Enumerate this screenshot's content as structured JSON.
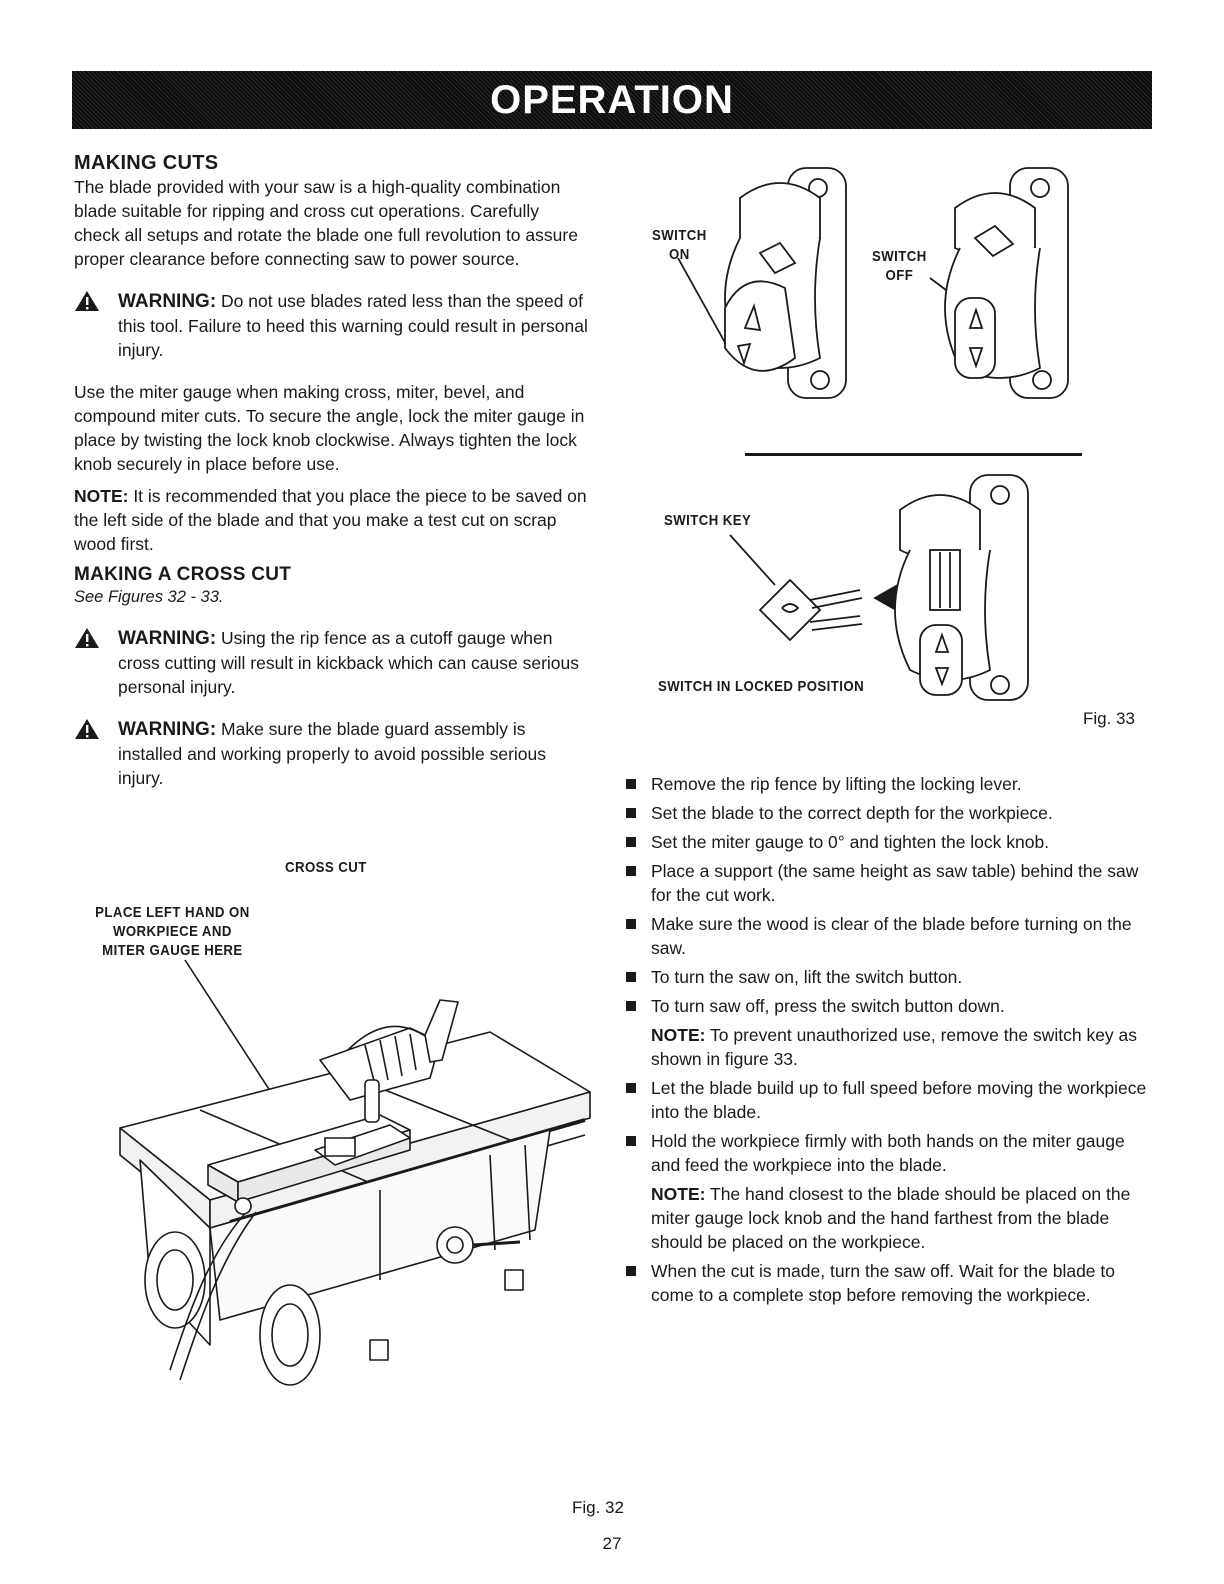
{
  "header": {
    "title": "OPERATION"
  },
  "left": {
    "making_cuts_heading": "MAKING CUTS",
    "making_cuts_text": "The blade provided with your saw is a high-quality combination blade suitable for ripping and cross cut operations. Carefully check all setups and rotate the blade one full revolution to assure proper clearance before connecting saw to power source.",
    "warning1_label": "WARNING:",
    "warning1_text": " Do not use blades rated less than the speed of this tool. Failure to heed this warning could result in personal injury.",
    "miter_text": "Use the miter gauge when making cross, miter, bevel, and compound miter cuts. To secure the angle, lock the miter gauge in place by twisting the lock knob clockwise. Always tighten the lock knob securely in place before use.",
    "note1_label": "NOTE:",
    "note1_text": " It is recommended that you place the piece to be saved on the left side of the blade and that you make a test cut on scrap wood first.",
    "cross_cut_heading": "MAKING A CROSS CUT",
    "see_figures": "See Figures 32 - 33.",
    "warning2_label": "WARNING:",
    "warning2_text": " Using the rip fence as a cutoff gauge when cross cutting will result in kickback which can cause serious personal injury.",
    "warning3_label": "WARNING:",
    "warning3_text": " Make sure the blade guard assembly is installed and working properly to avoid possible serious injury."
  },
  "fig32": {
    "cross_cut_label": "CROSS CUT",
    "place_hand_line1": "PLACE LEFT HAND ON",
    "place_hand_line2": "WORKPIECE AND",
    "place_hand_line3": "MITER GAUGE HERE",
    "caption": "Fig. 32"
  },
  "fig33": {
    "switch_on_line1": "SWITCH",
    "switch_on_line2": "ON",
    "switch_off_line1": "SWITCH",
    "switch_off_line2": "OFF",
    "switch_key": "SWITCH KEY",
    "locked_position": "SWITCH IN LOCKED POSITION",
    "caption": "Fig. 33"
  },
  "right": {
    "bullets": [
      "Remove the rip fence by lifting the locking lever.",
      "Set the blade to the correct depth for the workpiece.",
      "Set the miter gauge to 0° and tighten the lock knob.",
      "Place a support (the same height as saw table) behind the saw for the cut work.",
      "Make sure the wood is clear of the blade before turning on the saw.",
      "To turn the saw on, lift the switch button.",
      "To turn saw off, press the switch button down."
    ],
    "note2_label": "NOTE:",
    "note2_text": " To prevent unauthorized use, remove the switch key as shown in figure 33.",
    "bullets2": [
      "Let the blade build up to full speed before moving the workpiece into the blade.",
      "Hold the workpiece firmly with both hands on the miter gauge and feed the workpiece into the blade."
    ],
    "note3_label": "NOTE:",
    "note3_text": " The hand closest to the blade should be placed on the miter gauge lock knob and the hand farthest from the blade should be placed on the workpiece.",
    "bullets3": [
      "When the cut is made, turn the saw off. Wait for the blade to come to a complete stop before removing the workpiece."
    ]
  },
  "footer": {
    "page_number": "27"
  },
  "colors": {
    "ink": "#1a1a1a",
    "banner": "#111111"
  },
  "icons": {
    "warning": "warning-triangle-icon",
    "bullet": "square-bullet-icon"
  }
}
